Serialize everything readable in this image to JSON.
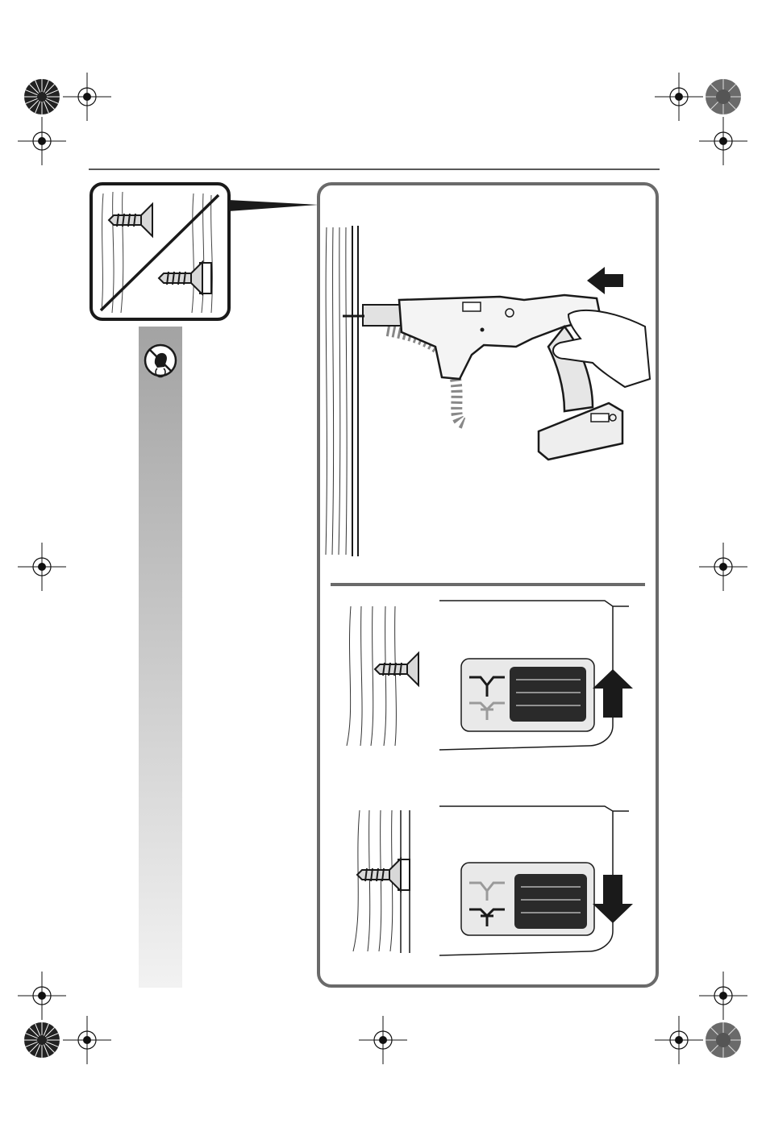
{
  "page": {
    "top_rule": true,
    "side_bar_gradient": [
      "#a3a3a3",
      "#f2f2f2"
    ]
  },
  "icons": {
    "registration_marks": "crosshair-icon",
    "corner_marks": "starburst-icon",
    "caution_symbol": "no-hand-icon",
    "direction_arrows": [
      "arrow-left-icon",
      "arrow-up-icon",
      "arrow-down-icon"
    ]
  },
  "illustrations": {
    "inset": "screw-depth-comparison",
    "main": "screwdriver-in-use",
    "depth_adjust_shallow": "depth-adjust-up",
    "depth_adjust_deep": "depth-adjust-down"
  },
  "colors": {
    "frame": "#6a6a6a",
    "ink": "#1a1a1a",
    "panel_fill": "#e9e9e9",
    "dial_fill": "#2a2a2a",
    "faded_symbol": "#9a9a9a"
  }
}
